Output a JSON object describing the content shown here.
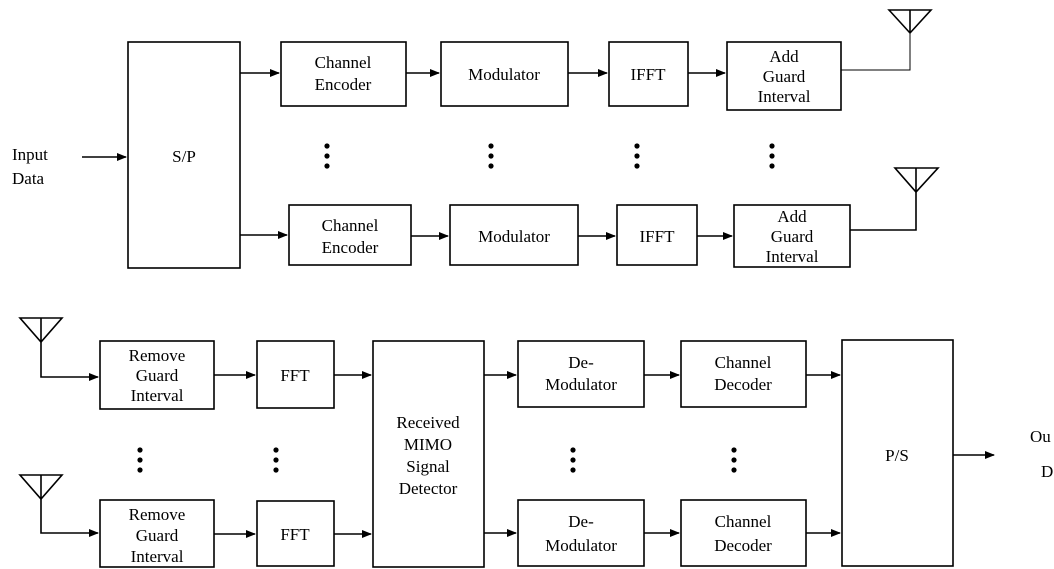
{
  "transmitter": {
    "input_label": [
      "Input",
      "Data"
    ],
    "sp_label": "S/P",
    "chains": [
      {
        "encoder": [
          "Channel",
          "Encoder"
        ],
        "modulator": "Modulator",
        "ifft": "IFFT",
        "guard": [
          "Add",
          "Guard",
          "Interval"
        ]
      },
      {
        "encoder": [
          "Channel",
          "Encoder"
        ],
        "modulator": "Modulator",
        "ifft": "IFFT",
        "guard": [
          "Add",
          "Guard",
          "Interval"
        ]
      }
    ]
  },
  "receiver": {
    "chains": [
      {
        "remove_guard": [
          "Remove",
          "Guard",
          "Interval"
        ],
        "fft": "FFT",
        "demodulator": [
          "De-",
          "Modulator"
        ],
        "decoder": [
          "Channel",
          "Decoder"
        ]
      },
      {
        "remove_guard": [
          "Remove",
          "Guard",
          "Interval"
        ],
        "fft": "FFT",
        "demodulator": [
          "De-",
          "Modulator"
        ],
        "decoder": [
          "Channel",
          "Decoder"
        ]
      }
    ],
    "detector": [
      "Received",
      "MIMO",
      "Signal",
      "Detector"
    ],
    "ps_label": "P/S",
    "output_label": [
      "Ou",
      "D"
    ]
  }
}
